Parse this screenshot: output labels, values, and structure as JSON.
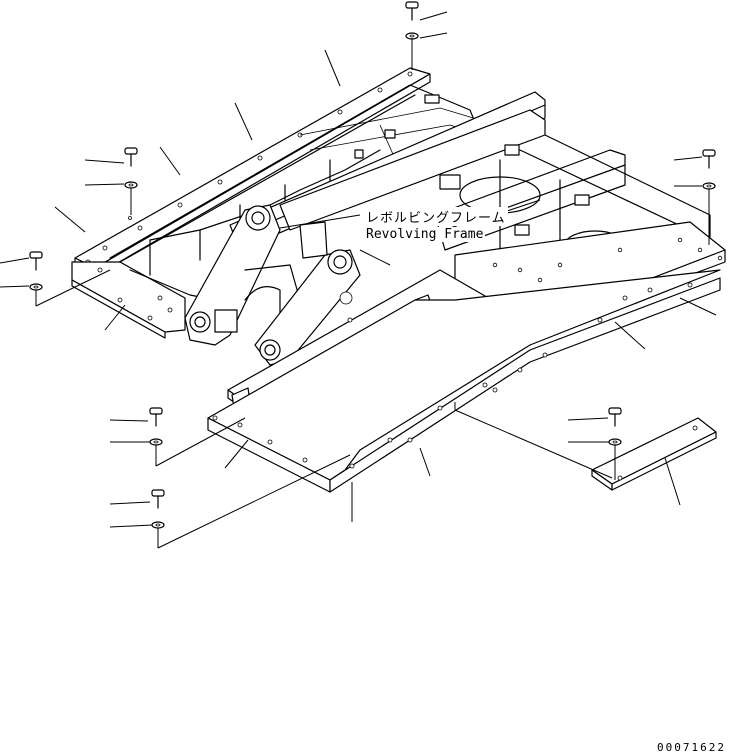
{
  "labels": {
    "jp_name": "レボルビングフレーム",
    "en_name": "Revolving Frame"
  },
  "drawing_number": "00071622"
}
